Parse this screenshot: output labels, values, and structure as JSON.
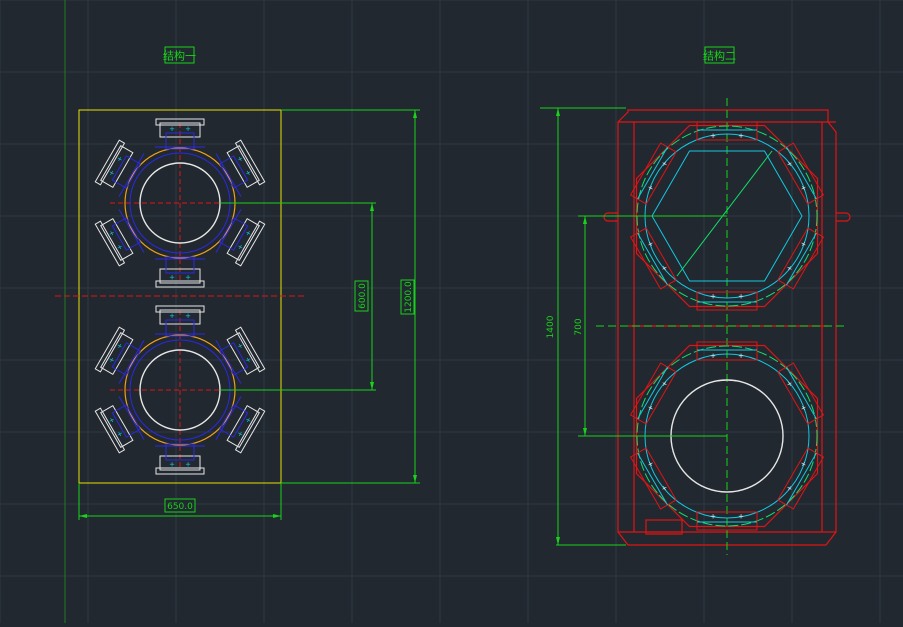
{
  "drawing": {
    "structure_one": {
      "title": "结构一",
      "dim_width": "650.0",
      "dim_pitch": "600.0",
      "dim_height": "1200.0"
    },
    "structure_two": {
      "title": "结构二",
      "dim_height": "1400",
      "dim_pitch": "700"
    }
  },
  "colors": {
    "background": "#212830",
    "grid": "#2f3944",
    "dimension": "#19d219",
    "outline_yellow": "#e8e000",
    "part_white": "#e6e6e6",
    "part_blue": "#2a2ae0",
    "part_red": "#e01414",
    "part_cyan": "#12c8e0",
    "ring_orange": "#f0a018",
    "part_green": "#12e06a"
  }
}
